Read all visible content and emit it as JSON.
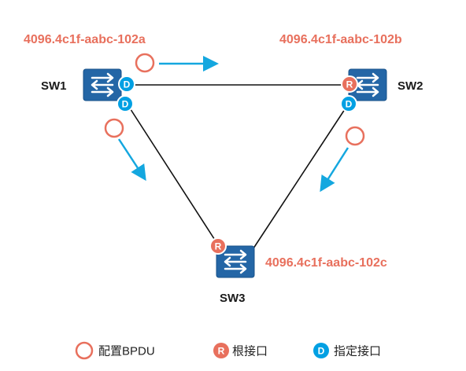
{
  "switches": {
    "sw1": {
      "name": "SW1",
      "bridge_id": "4096.4c1f-aabc-102a"
    },
    "sw2": {
      "name": "SW2",
      "bridge_id": "4096.4c1f-aabc-102b"
    },
    "sw3": {
      "name": "SW3",
      "bridge_id": "4096.4c1f-aabc-102c"
    }
  },
  "ports": {
    "root_letter": "R",
    "designated_letter": "D"
  },
  "legend": {
    "bpdu": "配置BPDU",
    "root": "根接口",
    "designated": "指定接口"
  },
  "colors": {
    "switch_blue": "#2466a6",
    "root_port": "#e8705d",
    "designated_port": "#00a0e3",
    "bpdu_ring": "#e8705d",
    "arrow": "#14a7df",
    "bridge_id_text": "#e8705d"
  }
}
